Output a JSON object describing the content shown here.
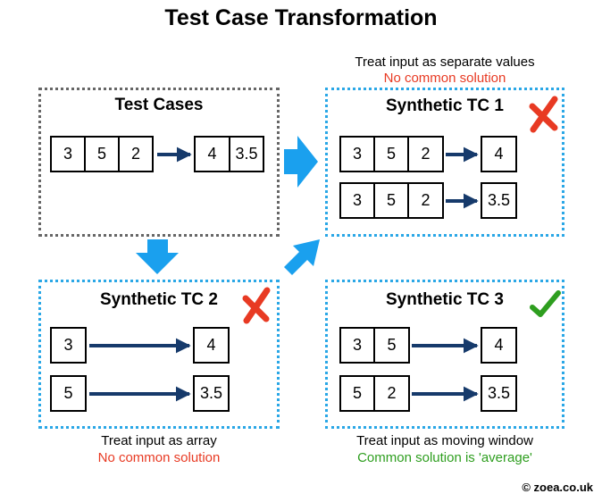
{
  "title": "Test Case Transformation",
  "colors": {
    "arrow_dark": "#163a6b",
    "arrow_blue": "#1aa0ee",
    "panel_blue": "#2aa7e6",
    "panel_gray": "#666666",
    "cross_red": "#e83a23",
    "check_green": "#2e9e1f"
  },
  "test_cases": {
    "title": "Test Cases",
    "inputs": [
      "3",
      "5",
      "2"
    ],
    "outputs": [
      "4",
      "3.5"
    ]
  },
  "tc1": {
    "title": "Synthetic TC 1",
    "caption": "Treat input as separate values",
    "result": "No common solution",
    "status": "cross-icon",
    "row1": {
      "inputs": [
        "3",
        "5",
        "2"
      ],
      "output": "4"
    },
    "row2": {
      "inputs": [
        "3",
        "5",
        "2"
      ],
      "output": "3.5"
    }
  },
  "tc2": {
    "title": "Synthetic TC 2",
    "caption": "Treat input as array",
    "result": "No common solution",
    "status": "cross-icon",
    "row1": {
      "inputs": [
        "3"
      ],
      "output": "4"
    },
    "row2": {
      "inputs": [
        "5"
      ],
      "output": "3.5"
    }
  },
  "tc3": {
    "title": "Synthetic TC 3",
    "caption": "Treat input as moving window",
    "result": "Common solution is 'average'",
    "status": "check-icon",
    "row1": {
      "inputs": [
        "3",
        "5"
      ],
      "output": "4"
    },
    "row2": {
      "inputs": [
        "5",
        "2"
      ],
      "output": "3.5"
    }
  },
  "copyright": "© zoea.co.uk"
}
